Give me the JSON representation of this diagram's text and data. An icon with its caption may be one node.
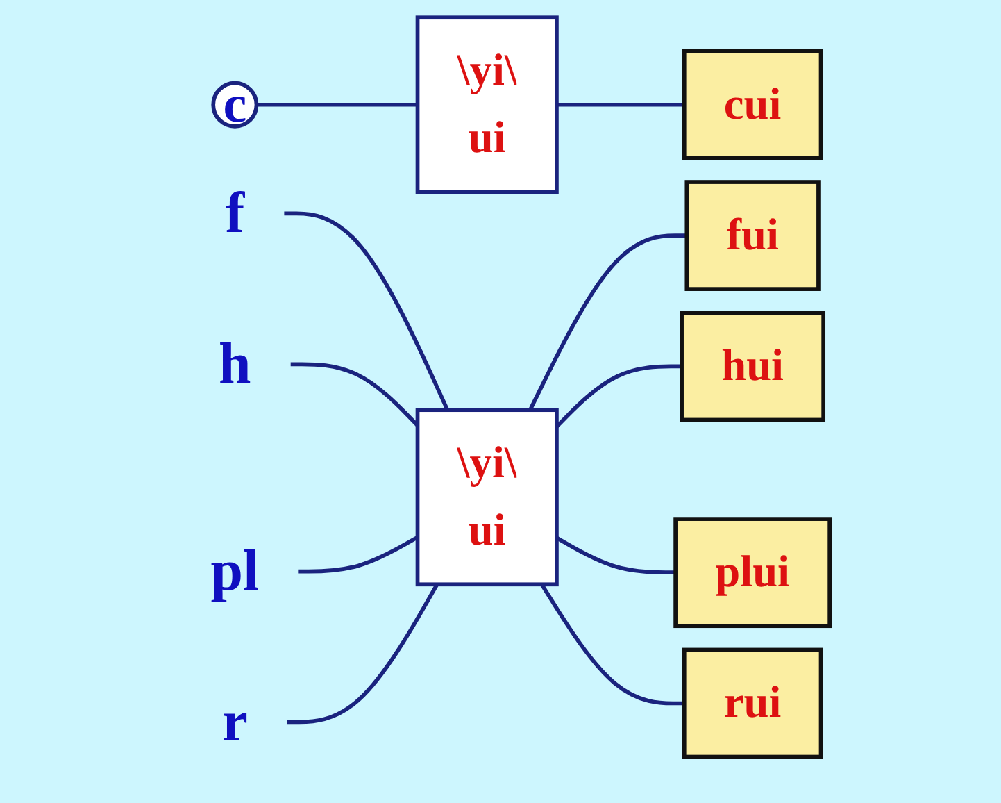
{
  "diagram": {
    "nodes": [
      {
        "text": [
          "c"
        ]
      },
      {
        "text": [
          "\\yi\\",
          "ui"
        ]
      },
      {
        "text": [
          "cui"
        ]
      },
      {
        "text": [
          "f"
        ]
      },
      {
        "text": [
          "h"
        ]
      },
      {
        "text": [
          "pl"
        ]
      },
      {
        "text": [
          "r"
        ]
      },
      {
        "text": [
          "\\yi\\",
          "ui"
        ]
      },
      {
        "text": [
          "fui"
        ]
      },
      {
        "text": [
          "hui"
        ]
      },
      {
        "text": [
          "plui"
        ]
      },
      {
        "text": [
          "rui"
        ]
      }
    ],
    "edges": [
      {
        "from": 0,
        "to": 1,
        "arrow": "none"
      },
      {
        "from": 1,
        "to": 2,
        "arrow": "none"
      },
      {
        "from": 3,
        "to": 7,
        "arrow": "none"
      },
      {
        "from": 4,
        "to": 7,
        "arrow": "none"
      },
      {
        "from": 5,
        "to": 7,
        "arrow": "none"
      },
      {
        "from": 6,
        "to": 7,
        "arrow": "none"
      },
      {
        "from": 7,
        "to": 8,
        "arrow": "none"
      },
      {
        "from": 7,
        "to": 9,
        "arrow": "none"
      },
      {
        "from": 7,
        "to": 10,
        "arrow": "none"
      },
      {
        "from": 7,
        "to": 11,
        "arrow": "none"
      }
    ]
  }
}
